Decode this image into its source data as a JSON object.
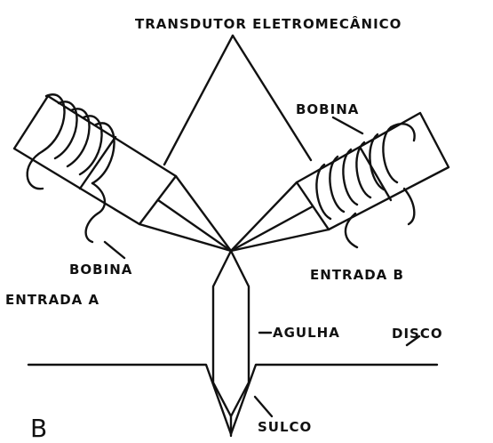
{
  "labels": {
    "title": "TRANSDUTOR ELETROMECÂNICO",
    "coil_right": "BOBINA",
    "coil_left": "BOBINA",
    "input_b": "ENTRADA B",
    "input_a": "ENTRADA A",
    "needle": "AGULHA",
    "disc": "DISCO",
    "groove": "SULCO",
    "panel": "B"
  },
  "colors": {
    "ink": "#111111",
    "paper": "#ffffff"
  }
}
